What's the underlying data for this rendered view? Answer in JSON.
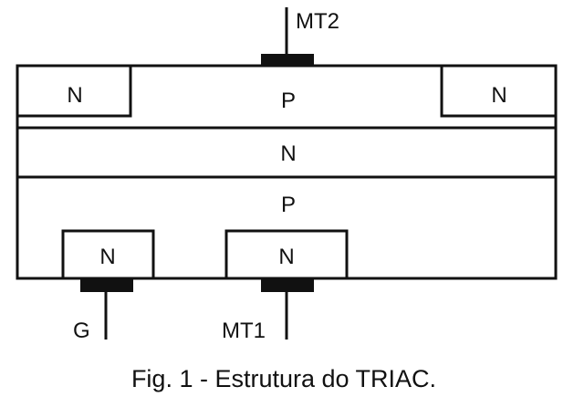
{
  "diagram": {
    "terminals": {
      "mt2": "MT2",
      "mt1": "MT1",
      "gate": "G"
    },
    "layers": {
      "top_p": "P",
      "top_left_n": "N",
      "top_right_n": "N",
      "middle_n": "N",
      "bottom_p": "P",
      "bottom_left_n": "N",
      "bottom_center_n": "N"
    },
    "caption": "Fig. 1 - Estrutura do TRIAC."
  },
  "colors": {
    "ink": "#111111",
    "background": "#ffffff"
  }
}
